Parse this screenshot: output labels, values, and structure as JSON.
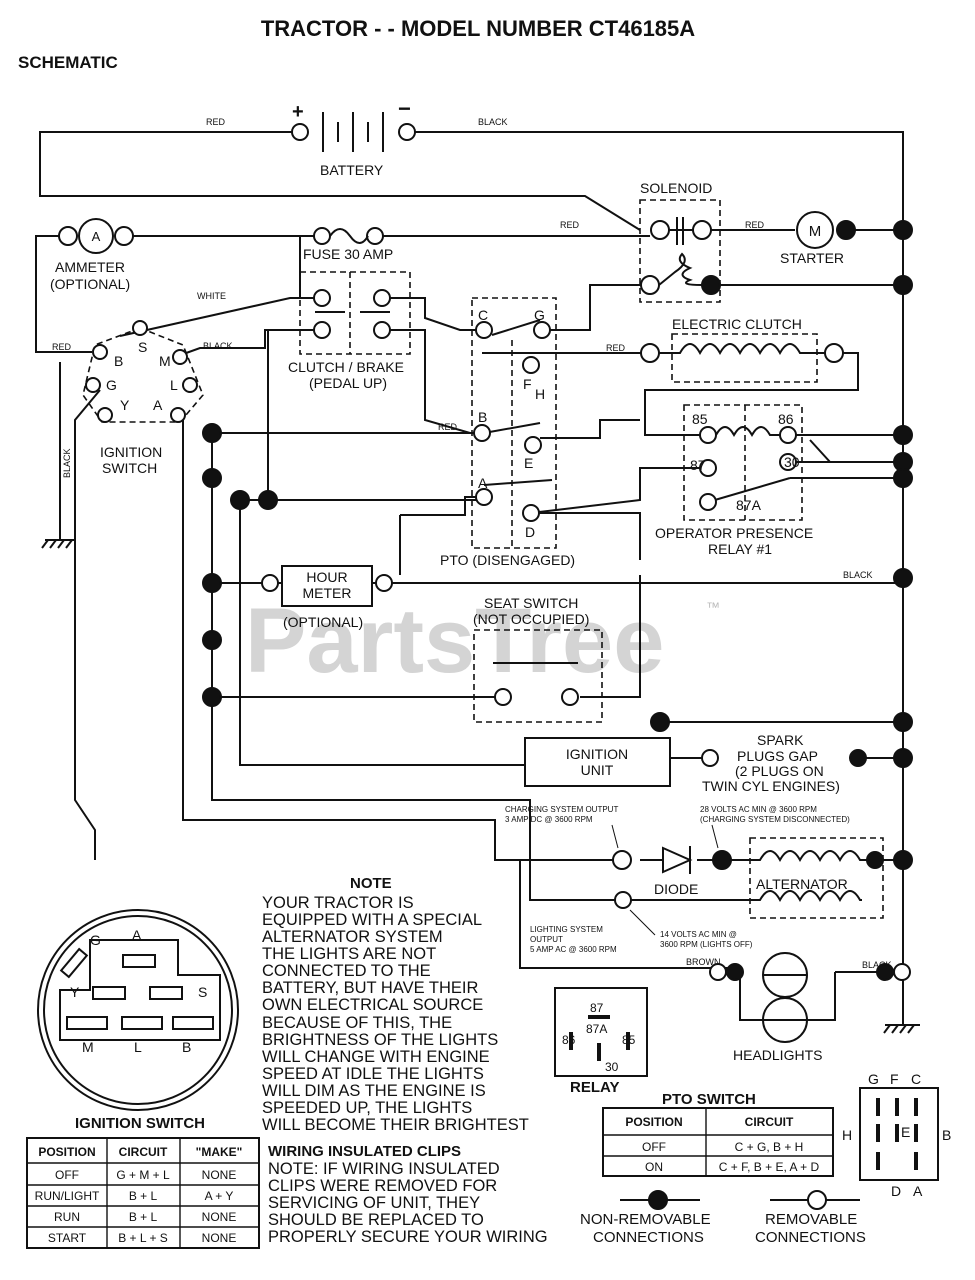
{
  "title": "TRACTOR - - MODEL NUMBER CT46185A",
  "subtitle": "SCHEMATIC",
  "watermark": "PartsTree",
  "watermark_tm": "™",
  "components": {
    "battery": "BATTERY",
    "battery_plus": "+",
    "battery_minus": "−",
    "solenoid": "SOLENOID",
    "starter": "STARTER",
    "motor_symbol": "M",
    "ammeter_symbol": "A",
    "ammeter_l1": "AMMETER",
    "ammeter_l2": "(OPTIONAL)",
    "fuse": "FUSE 30 AMP",
    "ignition_l1": "IGNITION",
    "ignition_l2": "SWITCH",
    "clutch_brake_l1": "CLUTCH / BRAKE",
    "clutch_brake_l2": "(PEDAL UP)",
    "electric_clutch": "ELECTRIC CLUTCH",
    "relay_l1": "OPERATOR PRESENCE",
    "relay_l2": "RELAY #1",
    "pto": "PTO (DISENGAGED)",
    "hour_l1": "HOUR",
    "hour_l2": "METER",
    "hour_opt": "(OPTIONAL)",
    "seat_l1": "SEAT SWITCH",
    "seat_l2": "(NOT OCCUPIED)",
    "ign_unit_l1": "IGNITION",
    "ign_unit_l2": "UNIT",
    "spark_l1": "SPARK",
    "spark_l2": "PLUGS GAP",
    "spark_l3": "(2 PLUGS ON",
    "spark_l4": "TWIN CYL ENGINES)",
    "diode": "DIODE",
    "alternator": "ALTERNATOR",
    "headlights": "HEADLIGHTS"
  },
  "wire_colors": {
    "red": "RED",
    "black": "BLACK",
    "white": "WHITE",
    "brown": "BROWN"
  },
  "ign_terminals": {
    "s": "S",
    "b": "B",
    "m": "M",
    "g": "G",
    "l": "L",
    "y": "Y",
    "a": "A"
  },
  "pto_terminals": {
    "c": "C",
    "g": "G",
    "f": "F",
    "h": "H",
    "b": "B",
    "e": "E",
    "a": "A",
    "d": "D"
  },
  "relay_terminals": {
    "t85": "85",
    "t86": "86",
    "t87": "87",
    "t30": "30",
    "t87a": "87A"
  },
  "specs": {
    "charge_l1": "CHARGING SYSTEM OUTPUT",
    "charge_l2": "3 AMP DC @ 3600 RPM",
    "volts28_l1": "28 VOLTS AC MIN @ 3600 RPM",
    "volts28_l2": "(CHARGING SYSTEM DISCONNECTED)",
    "light_l1": "LIGHTING SYSTEM",
    "light_l2": "OUTPUT",
    "light_l3": "5 AMP AC @ 3600 RPM",
    "volts14_l1": "14 VOLTS AC MIN @",
    "volts14_l2": "3600 RPM (LIGHTS OFF)"
  },
  "note": {
    "title": "NOTE",
    "lines": [
      "YOUR TRACTOR IS",
      "EQUIPPED WITH A SPECIAL",
      "ALTERNATOR SYSTEM",
      "THE LIGHTS ARE NOT",
      "CONNECTED TO THE",
      "BATTERY, BUT HAVE THEIR",
      "OWN ELECTRICAL SOURCE",
      "BECAUSE OF THIS, THE",
      "BRIGHTNESS OF THE LIGHTS",
      "WILL CHANGE WITH ENGINE",
      "SPEED   AT IDLE THE LIGHTS",
      "WILL DIM   AS THE ENGINE IS",
      "SPEEDED UP, THE LIGHTS",
      "WILL BECOME THEIR BRIGHTEST"
    ]
  },
  "clips": {
    "title": "WIRING INSULATED CLIPS",
    "lines": [
      "NOTE: IF WIRING INSULATED",
      "CLIPS WERE REMOVED FOR",
      "SERVICING OF UNIT, THEY",
      "SHOULD BE REPLACED TO",
      "PROPERLY SECURE YOUR WIRING"
    ]
  },
  "ign_face": {
    "a": "A",
    "g": "G",
    "y": "Y",
    "s": "S",
    "m": "M",
    "l": "L",
    "b": "B"
  },
  "ign_table": {
    "title": "IGNITION SWITCH",
    "headers": [
      "POSITION",
      "CIRCUIT",
      "\"MAKE\""
    ],
    "rows": [
      [
        "OFF",
        "G + M + L",
        "NONE"
      ],
      [
        "RUN/LIGHT",
        "B + L",
        "A + Y"
      ],
      [
        "RUN",
        "B + L",
        "NONE"
      ],
      [
        "START",
        "B + L + S",
        "NONE"
      ]
    ]
  },
  "relay_pins": {
    "title": "RELAY",
    "p87": "87",
    "p87a": "87A",
    "p86": "86",
    "p85": "85",
    "p30": "30"
  },
  "pto_table": {
    "title": "PTO SWITCH",
    "headers": [
      "POSITION",
      "CIRCUIT"
    ],
    "rows": [
      [
        "OFF",
        "C + G, B + H"
      ],
      [
        "ON",
        "C + F, B + E, A + D"
      ]
    ]
  },
  "pto_face": {
    "g": "G",
    "f": "F",
    "c": "C",
    "h": "H",
    "e": "E",
    "b": "B",
    "d": "D",
    "a": "A"
  },
  "legend": {
    "nr_l1": "NON-REMOVABLE",
    "nr_l2": "CONNECTIONS",
    "r_l1": "REMOVABLE",
    "r_l2": "CONNECTIONS"
  }
}
